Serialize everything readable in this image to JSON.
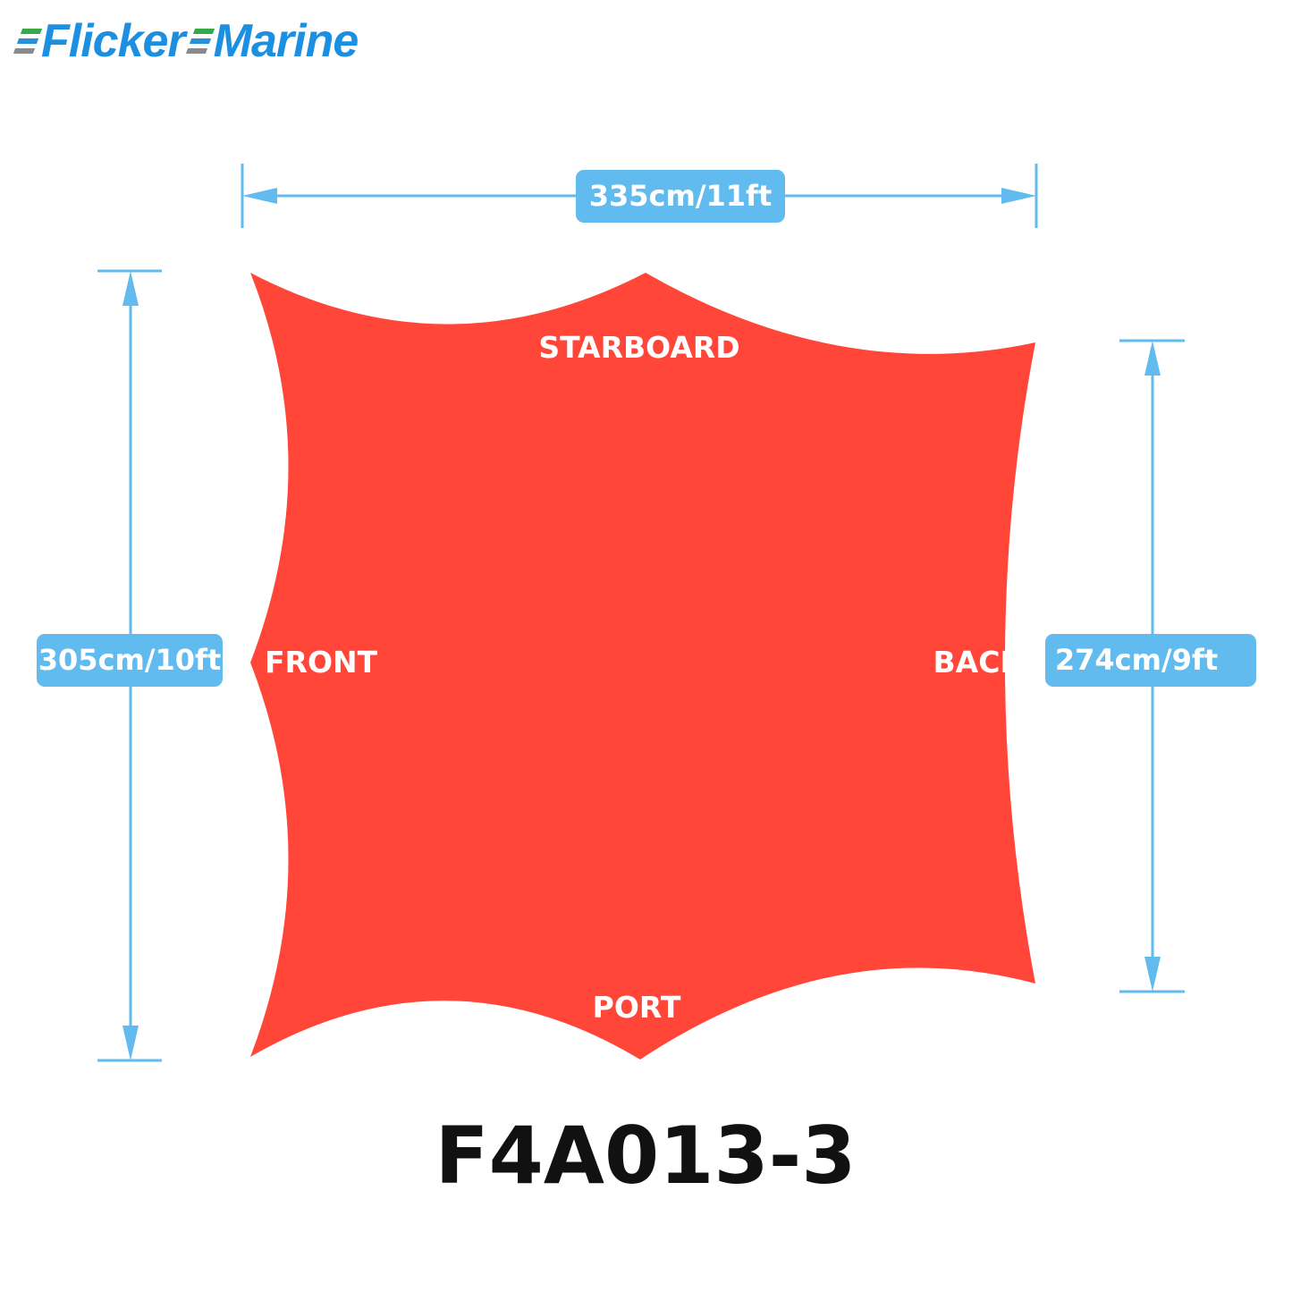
{
  "brand": {
    "name_part1": "Flicker",
    "name_part2": "Marine",
    "text_color": "#1d8fe0",
    "stripe_colors": [
      "#35a84a",
      "#2a8fd9",
      "#8a8a8a"
    ]
  },
  "diagram": {
    "shape_color": "#ff4639",
    "dimension_color": "#62bbee",
    "label_text_color": "#ffffff",
    "side_labels": {
      "top": "STARBOARD",
      "bottom": "PORT",
      "left": "FRONT",
      "right": "BACK"
    },
    "dimensions": {
      "width": "335cm/11ft",
      "left_height": "305cm/10ft",
      "right_height": "274cm/9ft"
    }
  },
  "model_code": "F4A013-3"
}
